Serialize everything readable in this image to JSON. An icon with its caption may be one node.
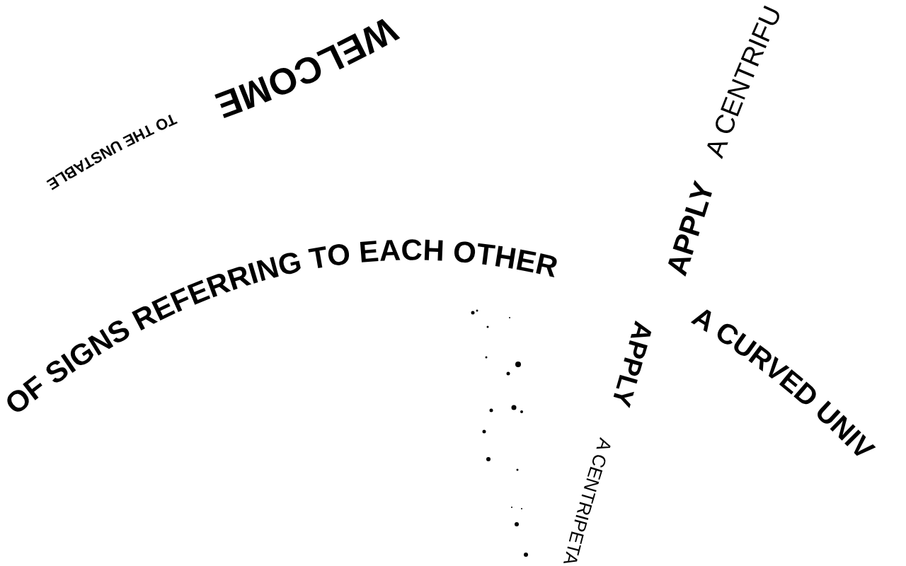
{
  "diagram": {
    "labels": [
      "WELCOME",
      "TO THE UNSTABLE",
      "OF SIGNS REFERRING TO EACH OTHER",
      "APPLY",
      "A CENTRIFU",
      "A CURVED UNIV",
      "APPLY",
      "A CENTRIPETA"
    ]
  }
}
